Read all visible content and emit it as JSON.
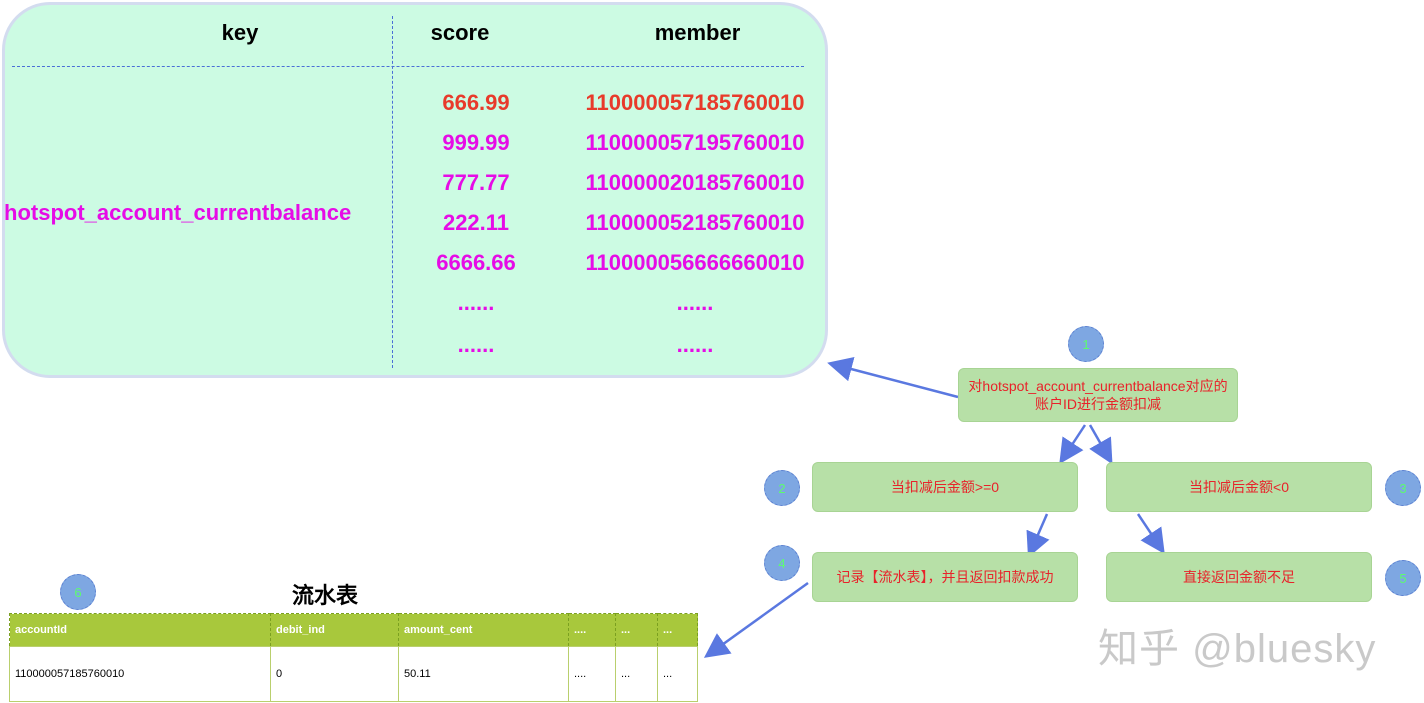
{
  "zset": {
    "headers": {
      "key": "key",
      "score": "score",
      "member": "member"
    },
    "key": "hotspot_account_currentbalance",
    "rows": [
      {
        "score": "666.99",
        "member": "110000057185760010"
      },
      {
        "score": "999.99",
        "member": "110000057195760010"
      },
      {
        "score": "777.77",
        "member": "110000020185760010"
      },
      {
        "score": "222.11",
        "member": "110000052185760010"
      },
      {
        "score": "6666.66",
        "member": "110000056666660010"
      },
      {
        "score": "......",
        "member": "......"
      },
      {
        "score": "......",
        "member": "......"
      }
    ]
  },
  "flow": {
    "step1": {
      "badge": "1",
      "text": "对hotspot_account_currentbalance对应的账户ID进行金额扣减"
    },
    "step2": {
      "badge": "2",
      "text": "当扣减后金额>=0"
    },
    "step3": {
      "badge": "3",
      "text": "当扣减后金额<0"
    },
    "step4": {
      "badge": "4",
      "text": "记录【流水表】，并且返回扣款成功"
    },
    "step5": {
      "badge": "5",
      "text": "直接返回金额不足"
    },
    "step6": {
      "badge": "6"
    }
  },
  "ledger": {
    "title": "流水表",
    "columns": [
      "accountId",
      "debit_ind",
      "amount_cent",
      "....",
      "...",
      "..."
    ],
    "rows": [
      [
        "110000057185760010",
        "0",
        "50.11",
        "....",
        "...",
        "..."
      ]
    ]
  },
  "watermark": "知乎 @bluesky",
  "colors": {
    "panel_bg": "#ccfbe3",
    "value_magenta": "#e60ce6",
    "value_red": "#e83a2b",
    "flow_box": "#b7e0a7",
    "flow_text": "#e8222a",
    "badge": "#7ea7e2",
    "arrow": "#5a78e0",
    "table_header": "#a8c83c"
  }
}
